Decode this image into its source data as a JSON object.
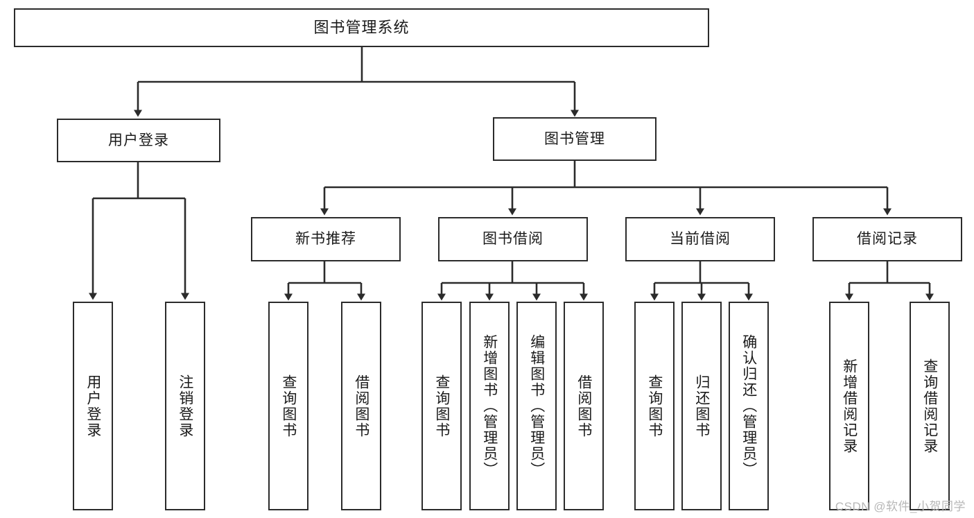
{
  "diagram": {
    "title": "图书管理系统",
    "type": "tree",
    "root": {
      "label": "图书管理系统"
    },
    "level1": [
      {
        "id": "user-login",
        "label": "用户登录"
      },
      {
        "id": "book-management",
        "label": "图书管理"
      }
    ],
    "level2": [
      {
        "id": "new-book-recommend",
        "label": "新书推荐",
        "parent": "book-management"
      },
      {
        "id": "book-borrow",
        "label": "图书借阅",
        "parent": "book-management"
      },
      {
        "id": "current-borrow",
        "label": "当前借阅",
        "parent": "book-management"
      },
      {
        "id": "borrow-record",
        "label": "借阅记录",
        "parent": "book-management"
      }
    ],
    "leaves": [
      {
        "id": "leaf-user-login",
        "label": "用户登录",
        "parent": "user-login"
      },
      {
        "id": "leaf-logout-login",
        "label": "注销登录",
        "parent": "user-login"
      },
      {
        "id": "leaf-query-book-1",
        "label": "查询图书",
        "parent": "new-book-recommend"
      },
      {
        "id": "leaf-borrow-book-1",
        "label": "借阅图书",
        "parent": "new-book-recommend"
      },
      {
        "id": "leaf-query-book-2",
        "label": "查询图书",
        "parent": "book-borrow"
      },
      {
        "id": "leaf-add-book",
        "label": "新增图书（管理员）",
        "parent": "book-borrow"
      },
      {
        "id": "leaf-edit-book",
        "label": "编辑图书（管理员）",
        "parent": "book-borrow"
      },
      {
        "id": "leaf-borrow-book-2",
        "label": "借阅图书",
        "parent": "book-borrow"
      },
      {
        "id": "leaf-query-book-3",
        "label": "查询图书",
        "parent": "current-borrow"
      },
      {
        "id": "leaf-return-book",
        "label": "归还图书",
        "parent": "current-borrow"
      },
      {
        "id": "leaf-confirm-return",
        "label": "确认归还（管理员）",
        "parent": "current-borrow"
      },
      {
        "id": "leaf-add-record",
        "label": "新增借阅记录",
        "parent": "borrow-record"
      },
      {
        "id": "leaf-query-record",
        "label": "查询借阅记录",
        "parent": "borrow-record"
      }
    ]
  },
  "watermark": {
    "text": "CSDN @软件_小贺同学"
  },
  "colors": {
    "stroke": "#2b2b2b",
    "box_fill": "#ffffff",
    "text": "#1a1a1a",
    "watermark": "#b7b7b7",
    "background": "#ffffff"
  }
}
